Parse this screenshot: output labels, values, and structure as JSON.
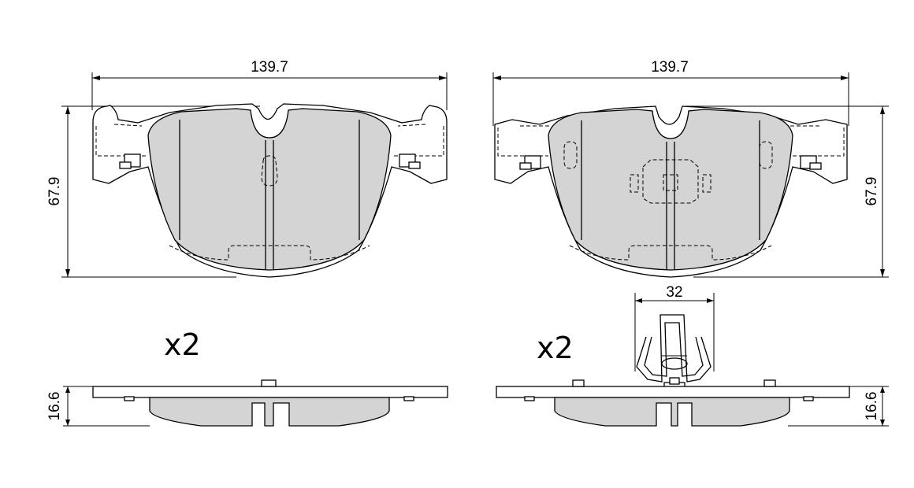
{
  "dimensions": {
    "left_width": "139.7",
    "right_width": "139.7",
    "left_height": "67.9",
    "right_height": "67.9",
    "clip_width": "32",
    "left_thickness": "16.6",
    "right_thickness": "16.6"
  },
  "quantities": {
    "left": "x2",
    "right": "x2"
  }
}
